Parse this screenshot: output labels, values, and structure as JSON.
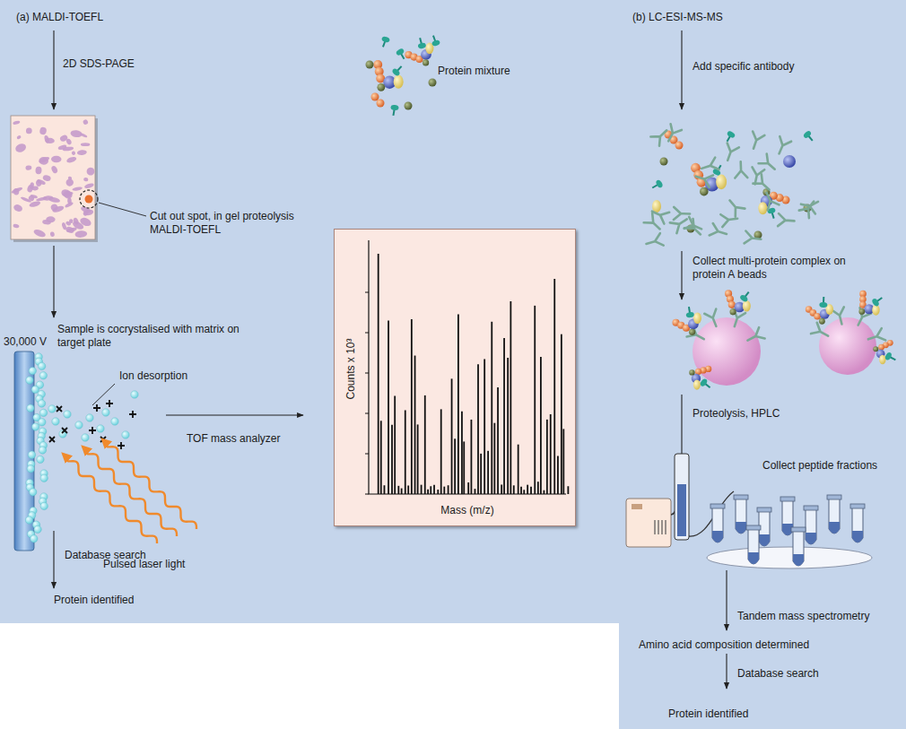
{
  "diagram": {
    "nodes": [
      {
        "text": [
          "Counts x 10³",
          "Mass (m/z)"
        ]
      }
    ],
    "labels": [
      "(a) MALDI-TOEFL",
      "Protein mixture",
      "(b) LC-ESI-MS-MS",
      "2D SDS-PAGE",
      "Add specific antibody",
      "Cut out spot, in gel proteolysis MALDI-TOEFL",
      "Collect multi-protein complex on protein A beads",
      "30,000 V",
      "Sample is cocrystalised with matrix on target plate",
      "Ion desorption",
      "Proteolysis, HPLC",
      "TOF mass analyzer",
      "Collect peptide fractions",
      "Pulsed laser light",
      "Database search",
      "Protein identified",
      "Tandem mass spectrometry",
      "Amino acid composition determined",
      "Database search",
      "Protein identified"
    ]
  }
}
